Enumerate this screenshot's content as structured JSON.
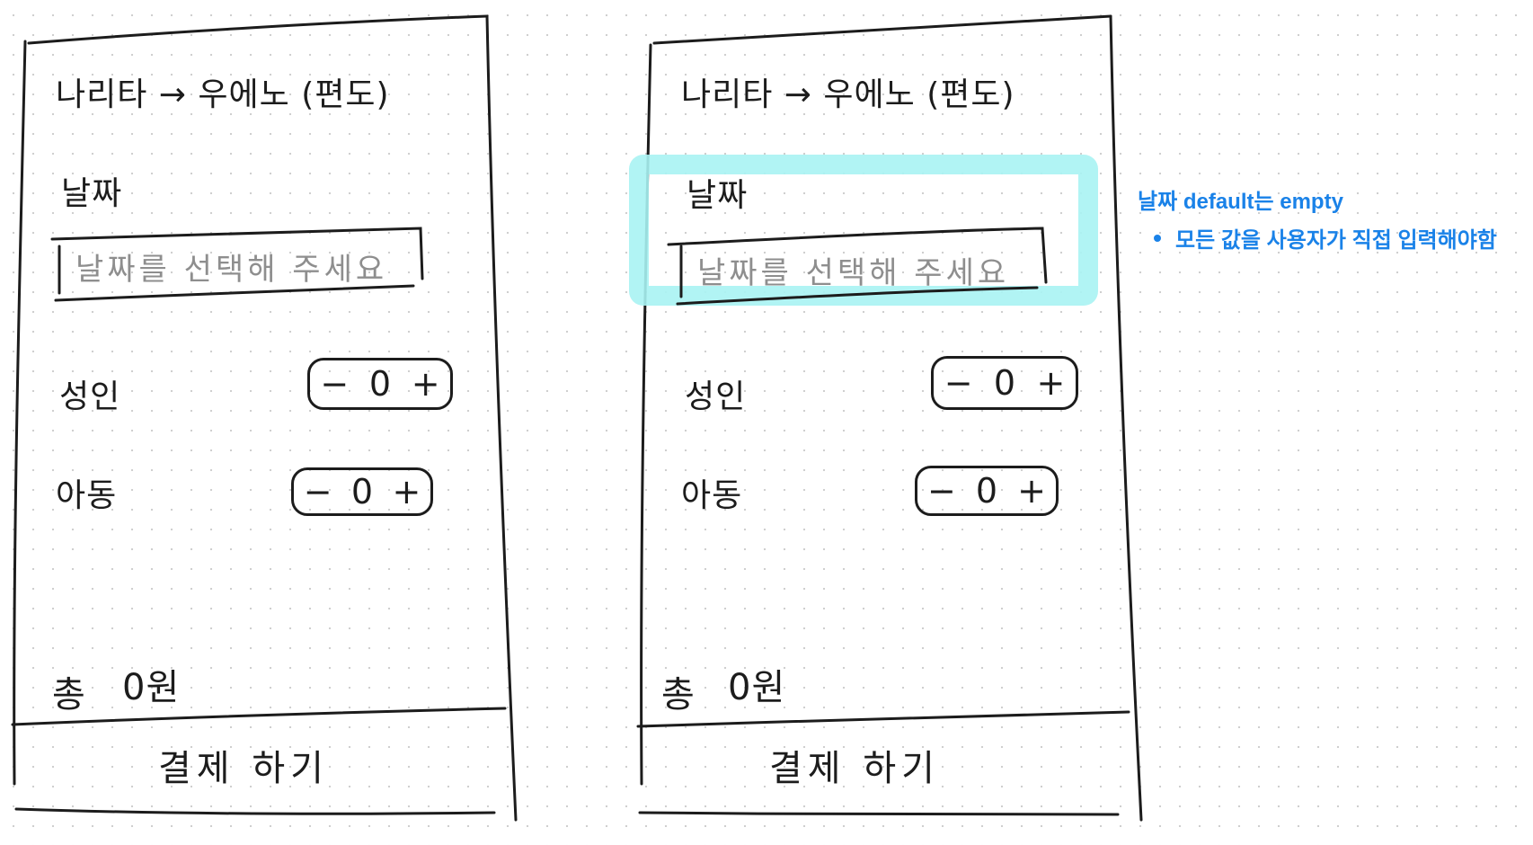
{
  "screens": [
    {
      "route_title": "나리타 → 우에노 (편도)",
      "date_label": "날짜",
      "date_placeholder": "날짜를 선택해 주세요",
      "adult_label": "성인",
      "child_label": "아동",
      "adult_stepper": {
        "minus": "−",
        "value": "0",
        "plus": "+"
      },
      "child_stepper": {
        "minus": "−",
        "value": "0",
        "plus": "+"
      },
      "total_prefix": "총",
      "total_amount": "0원",
      "pay_button": "결제 하기"
    },
    {
      "route_title": "나리타 → 우에노 (편도)",
      "date_label": "날짜",
      "date_placeholder": "날짜를 선택해 주세요",
      "adult_label": "성인",
      "child_label": "아동",
      "adult_stepper": {
        "minus": "−",
        "value": "0",
        "plus": "+"
      },
      "child_stepper": {
        "minus": "−",
        "value": "0",
        "plus": "+"
      },
      "total_prefix": "총",
      "total_amount": "0원",
      "pay_button": "결제 하기"
    }
  ],
  "annotation": {
    "title": "날짜 default는 empty",
    "bullets": [
      "모든 값을 사용자가 직접 입력해야함"
    ]
  },
  "colors": {
    "ink": "#1c1c1c",
    "placeholder": "#8e8e8e",
    "highlight": "#a8f3f3",
    "annotation": "#1a82e8"
  }
}
